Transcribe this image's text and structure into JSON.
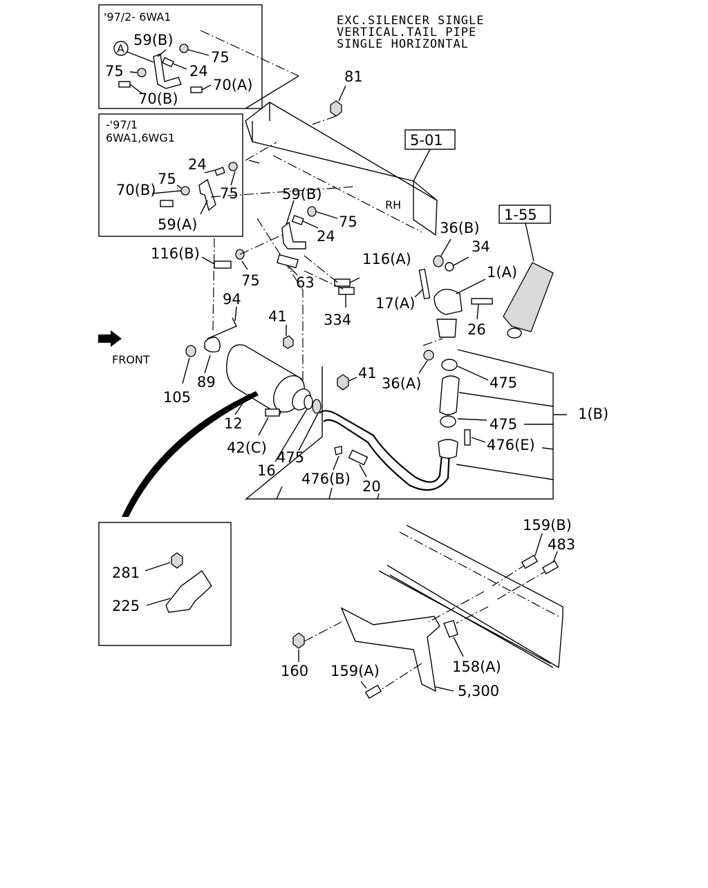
{
  "header": {
    "line1": "EXC.SILENCER SINGLE",
    "line2": "VERTICAL.TAIL PIPE",
    "line3": "SINGLE HORIZONTAL"
  },
  "inset_a": {
    "title": "'97/2- 6WA1",
    "circle_mark": "A",
    "labels": [
      "59(B)",
      "75",
      "75",
      "24",
      "70(A)",
      "70(B)"
    ]
  },
  "inset_b": {
    "title1": "-'97/1",
    "title2": "6WA1,6WG1",
    "labels": [
      "24",
      "75",
      "70(B)",
      "75",
      "59(A)"
    ]
  },
  "refs": {
    "ref1": "5-01",
    "ref2": "1-55"
  },
  "main_labels": {
    "l81": "81",
    "rh": "RH",
    "l59b": "59(B)",
    "l75a": "75",
    "l24": "24",
    "l116b": "116(B)",
    "l75b": "75",
    "l63": "63",
    "l116a": "116(A)",
    "l334": "334",
    "l36b": "36(B)",
    "l34": "34",
    "l1a": "1(A)",
    "l17a": "17(A)",
    "l26": "26",
    "l94": "94",
    "l41a": "41",
    "front": "FRONT",
    "l105": "105",
    "l89": "89",
    "l12": "12",
    "l42c": "42(C)",
    "l16": "16",
    "l475a": "475",
    "l41b": "41",
    "l36a": "36(A)",
    "l475b": "475",
    "l475c": "475",
    "l476e": "476(E)",
    "l1b": "1(B)",
    "l476b": "476(B)",
    "l20": "20"
  },
  "inset_c": {
    "labels": [
      "281",
      "225"
    ]
  },
  "lower_labels": {
    "l159b": "159(B)",
    "l483": "483",
    "l160": "160",
    "l159a": "159(A)",
    "l158a": "158(A)",
    "l5300": "5,300"
  }
}
